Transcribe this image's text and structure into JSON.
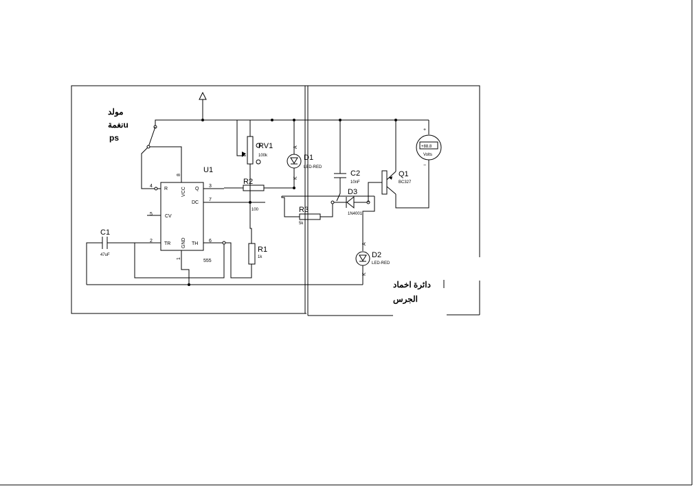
{
  "annotations": {
    "generator_line1": "مولد",
    "generator_line2": "نغمةu",
    "generator_line3": "ps",
    "bell_line1": "دائرة اخماد",
    "bell_line2": "الجرس"
  },
  "u1": {
    "name": "U1",
    "part": "555",
    "pins": {
      "r": "R",
      "vcc": "VCC",
      "q": "Q",
      "dc": "DC",
      "cv": "CV",
      "tr": "TR",
      "gnd": "GND",
      "th": "TH",
      "n1": "1",
      "n2": "2",
      "n3": "3",
      "n4": "4",
      "n5": "5",
      "n6": "6",
      "n7": "7",
      "n8": "8"
    }
  },
  "rv1": {
    "name": "RV1",
    "value": "100k"
  },
  "r2": {
    "name": "R2",
    "value": "100"
  },
  "r1": {
    "name": "R1",
    "value": "1k"
  },
  "r3": {
    "name": "R3",
    "value": "5k"
  },
  "c1": {
    "name": "C1",
    "value": "47uF"
  },
  "c2": {
    "name": "C2",
    "value": "10nF"
  },
  "d1": {
    "name": "D1",
    "value": "LED-RED",
    "anode": "A",
    "cathode": "K"
  },
  "d2": {
    "name": "D2",
    "value": "LED-RED",
    "anode": "A",
    "cathode": "K"
  },
  "d3": {
    "name": "D3",
    "value": "1N4001"
  },
  "q1": {
    "name": "Q1",
    "value": "BC327"
  },
  "voltmeter": {
    "reading": "+88.8",
    "unit": "Volts",
    "plus": "+",
    "minus": "−"
  }
}
